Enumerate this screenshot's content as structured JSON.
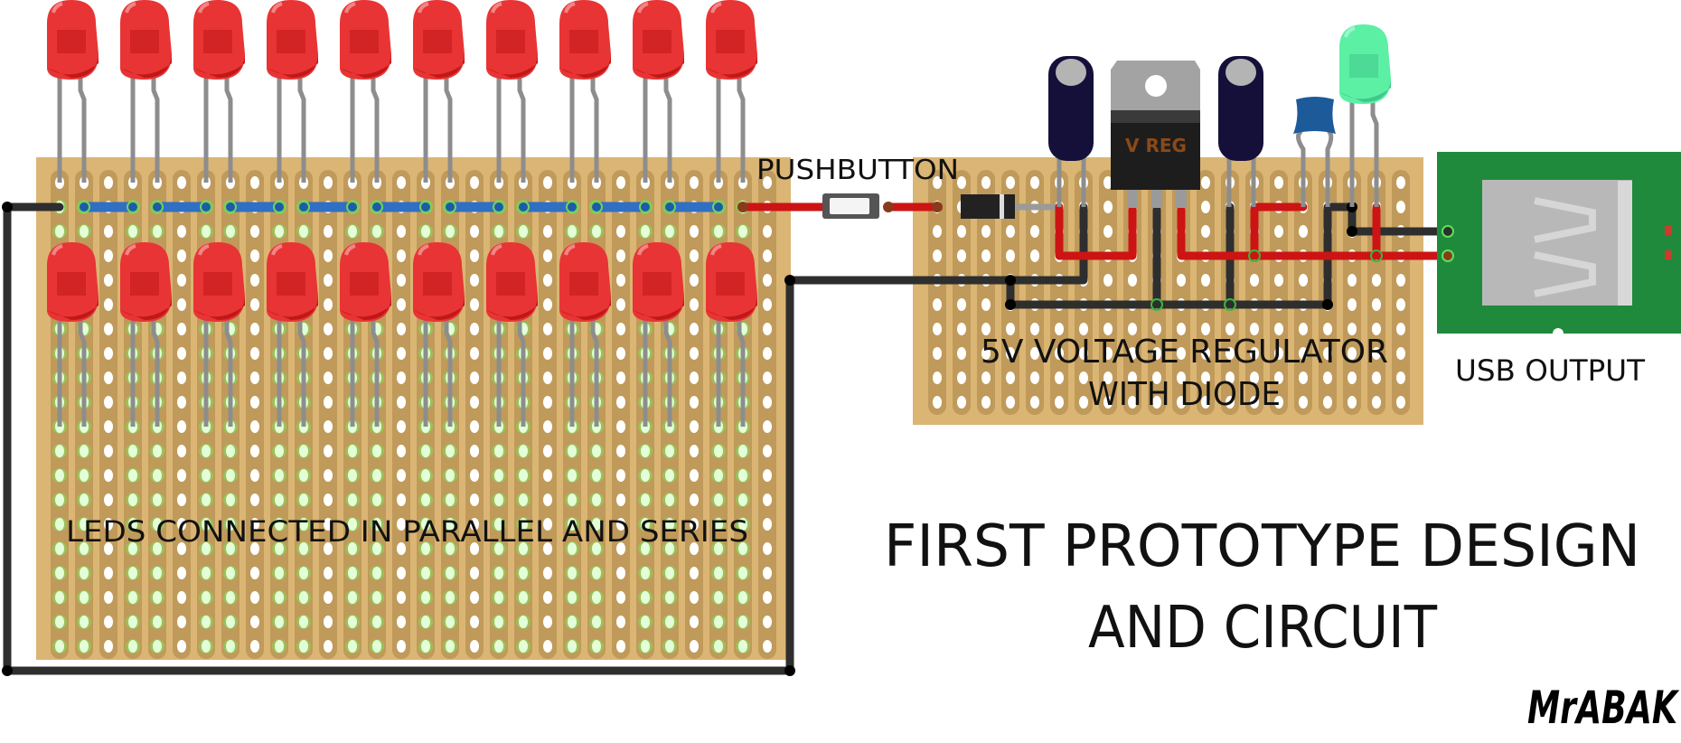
{
  "labels": {
    "pushbutton": "PUSHBUTTON",
    "regulator_line1": "5V VOLTAGE REGULATOR",
    "regulator_line2": "WITH DIODE",
    "usb_output": "USB OUTPUT",
    "leds": "LEDS CONNECTED IN PARALLEL AND SERIES",
    "title_line1": "FIRST PROTOTYPE DESIGN",
    "title_line2": "AND CIRCUIT",
    "regulator_marking": "V REG"
  },
  "logo": {
    "text": "MrABAK"
  },
  "components": {
    "red_led_count_top": 10,
    "red_led_count_bottom": 10,
    "status_led_color": "green"
  },
  "colors": {
    "board": "#dbb574",
    "strip": "#c09a5a",
    "red_led": "#e83434",
    "green_led": "#5cf0a5",
    "red_wire": "#cc1414",
    "black_wire": "#2e2e2e",
    "blue_jumper": "#2f6fc4",
    "usb_pcb": "#1f8a3c",
    "capacitor": "#14103a"
  }
}
